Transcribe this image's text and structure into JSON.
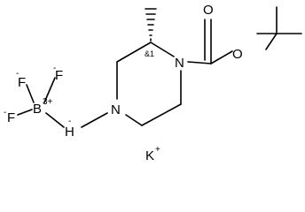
{
  "molecule": {
    "atoms": {
      "o_carbonyl": "O",
      "o_ester": "O",
      "n_boc": "N",
      "n_ring": "N",
      "boron": "B",
      "boron_charge": "3+",
      "ch_h": "H",
      "ch_charge": "-",
      "f_top": "F",
      "f_upper_left": "F",
      "f_left": "F",
      "f_charge_top": "-",
      "f_charge_upper_left": "-",
      "f_charge_left": "-",
      "potassium": "K",
      "potassium_charge": "+"
    },
    "stereo_label": "&1"
  }
}
